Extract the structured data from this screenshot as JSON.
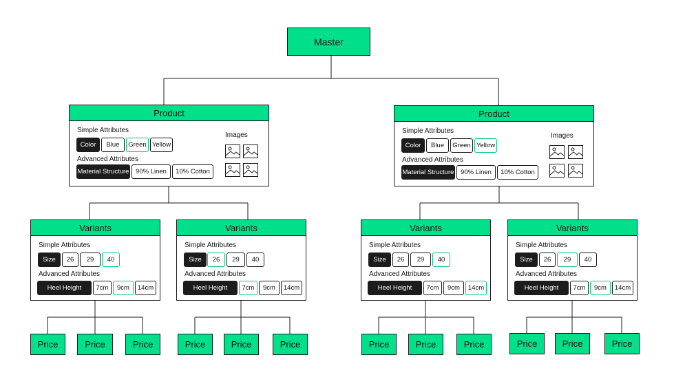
{
  "colors": {
    "accent": "#00e08a",
    "selected_border": "#00c78a",
    "dark_chip": "#1c1c1c",
    "line": "#1a1a1a"
  },
  "master": {
    "label": "Master"
  },
  "products": [
    {
      "title": "Product",
      "simple_label": "Simple Attributes",
      "simple_chips": [
        "Color",
        "Blue",
        "Green",
        "Yellow"
      ],
      "advanced_label": "Advanced Attributes",
      "advanced_chips": [
        "Material Structure",
        "90% Linen",
        "10% Cotton"
      ],
      "images_label": "Images"
    },
    {
      "title": "Product",
      "simple_label": "Simple Attributes",
      "simple_chips": [
        "Color",
        "Blue",
        "Green",
        "Yellow"
      ],
      "advanced_label": "Advanced Attributes",
      "advanced_chips": [
        "Material Structure",
        "90% Linen",
        "10% Cotton"
      ],
      "images_label": "Images"
    }
  ],
  "variants": [
    {
      "title": "Variants",
      "simple_label": "Simple Attributes",
      "simple_chips": [
        "Size",
        "26",
        "29",
        "40"
      ],
      "advanced_label": "Advanced Attributes",
      "advanced_chips": [
        "Heel Height",
        "7cm",
        "9cm",
        "14cm"
      ],
      "prices": [
        "Price",
        "Price",
        "Price"
      ]
    },
    {
      "title": "Variants",
      "simple_label": "Simple Attributes",
      "simple_chips": [
        "Size",
        "26",
        "29",
        "40"
      ],
      "advanced_label": "Advanced Attributes",
      "advanced_chips": [
        "Heel Height",
        "7cm",
        "9cm",
        "14cm"
      ],
      "prices": [
        "Price",
        "Price",
        "Price"
      ]
    },
    {
      "title": "Variants",
      "simple_label": "Simple Attributes",
      "simple_chips": [
        "Size",
        "26",
        "29",
        "40"
      ],
      "advanced_label": "Advanced Attributes",
      "advanced_chips": [
        "Heel Height",
        "7cm",
        "9cm",
        "14cm"
      ],
      "prices": [
        "Price",
        "Price",
        "Price"
      ]
    },
    {
      "title": "Variants",
      "simple_label": "Simple Attributes",
      "simple_chips": [
        "Size",
        "26",
        "29",
        "40"
      ],
      "advanced_label": "Advanced Attributes",
      "advanced_chips": [
        "Heel Height",
        "7cm",
        "9cm",
        "14cm"
      ],
      "prices": [
        "Price",
        "Price",
        "Price"
      ]
    }
  ]
}
